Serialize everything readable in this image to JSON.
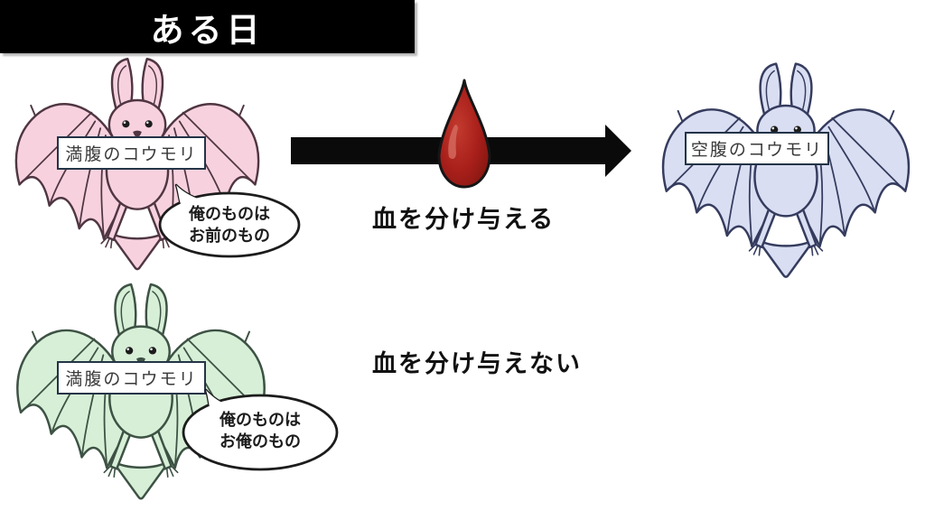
{
  "banner": {
    "title": "ある日",
    "bg_color": "#000000",
    "text_color": "#ffffff"
  },
  "top_scenario": {
    "giver": {
      "label": "満腹のコウモリ",
      "bat_color": "#f7d2de"
    },
    "receiver": {
      "label": "空腹のコウモリ",
      "bat_color": "#d9def2"
    },
    "speech_bubble": {
      "line1": "俺のものは",
      "line2": "お前のもの"
    },
    "action_text": "血を分け与える"
  },
  "bottom_scenario": {
    "giver": {
      "label": "満腹のコウモリ",
      "bat_color": "#d7efd7"
    },
    "speech_bubble": {
      "line1": "俺のものは",
      "line2": "お俺のもの"
    },
    "action_text": "血を分け与えない"
  },
  "icons": {
    "blood_drop": "blood-drop-icon",
    "arrow": "right-arrow-icon",
    "blood_drop_color": "#a81f1a",
    "arrow_color": "#0a0a0a"
  }
}
